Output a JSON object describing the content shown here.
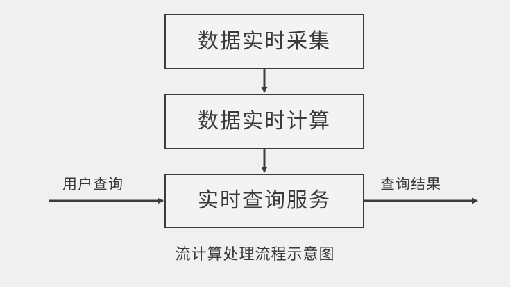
{
  "diagram": {
    "caption": "流计算处理流程示意图",
    "background_color": "#f0f0f0",
    "stroke_color": "#3c3c3c",
    "text_color": "#3a3a3a",
    "box_fill_color": "#f3f3f3",
    "nodes": [
      {
        "id": "collect",
        "label": "数据实时采集"
      },
      {
        "id": "compute",
        "label": "数据实时计算"
      },
      {
        "id": "query",
        "label": "实时查询服务"
      }
    ],
    "edges": [
      {
        "id": "collect-to-compute",
        "label": "",
        "direction": "down"
      },
      {
        "id": "compute-to-query",
        "label": "",
        "direction": "down"
      },
      {
        "id": "user-query-in",
        "label": "用户查询",
        "direction": "right"
      },
      {
        "id": "query-result-out",
        "label": "查询结果",
        "direction": "right"
      }
    ]
  }
}
